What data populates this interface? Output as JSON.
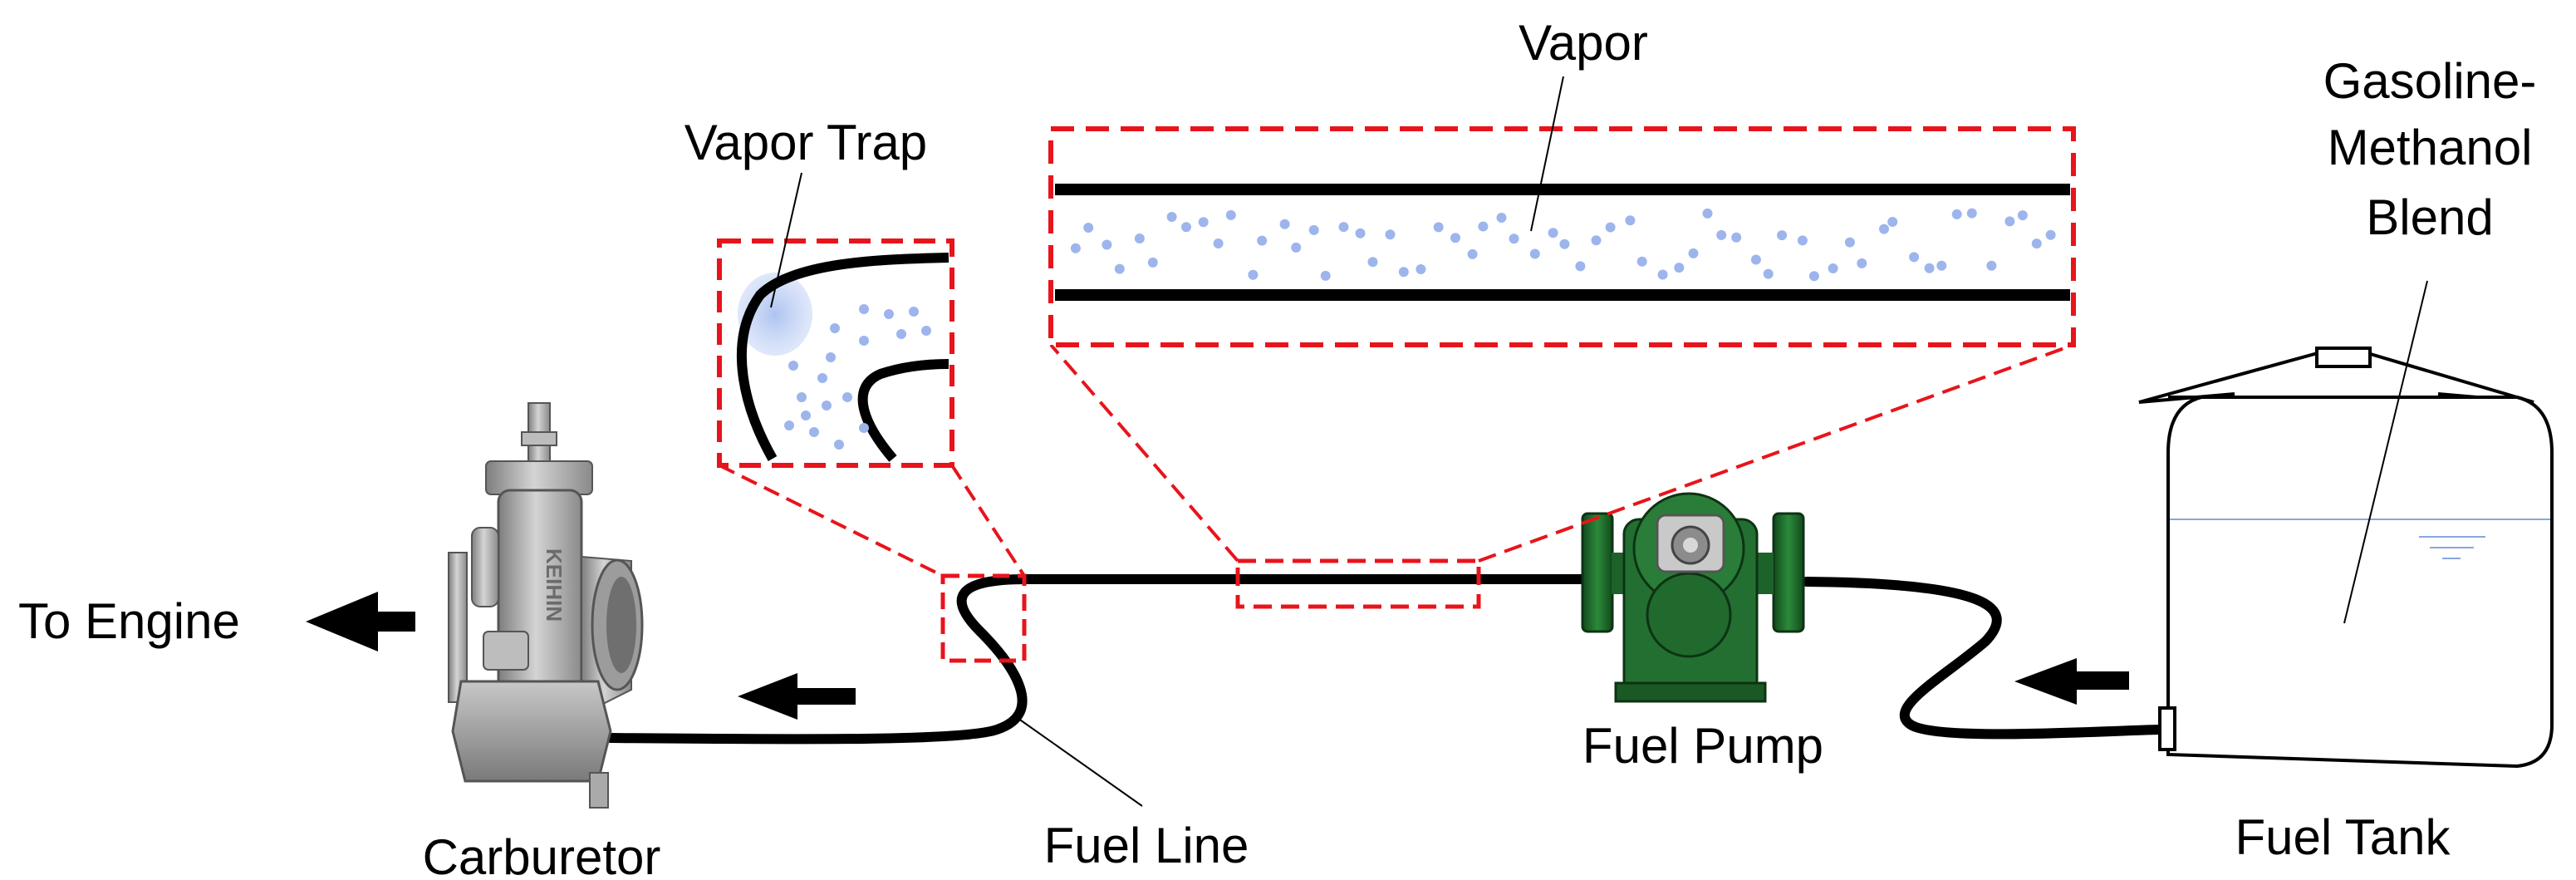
{
  "labels": {
    "vapor": "Vapor",
    "vapor_trap": "Vapor Trap",
    "blend_line1": "Gasoline-",
    "blend_line2": "Methanol",
    "blend_line3": "Blend",
    "to_engine": "To Engine",
    "carburetor": "Carburetor",
    "fuel_line": "Fuel Line",
    "fuel_pump": "Fuel Pump",
    "fuel_tank": "Fuel Tank"
  },
  "carburetor_brand": "KEIHIN",
  "colors": {
    "zoom_box": "#e8141b",
    "hose": "#000000",
    "bubbles": "#9db5ec",
    "pump_body": "#1f6b2c",
    "carburetor_body": "#9a9a9a",
    "tank_fill_line": "#8aa6e0"
  },
  "icons": [
    "arrow-left-icon",
    "carburetor-icon",
    "fuel-pump-icon",
    "fuel-tank-icon"
  ]
}
